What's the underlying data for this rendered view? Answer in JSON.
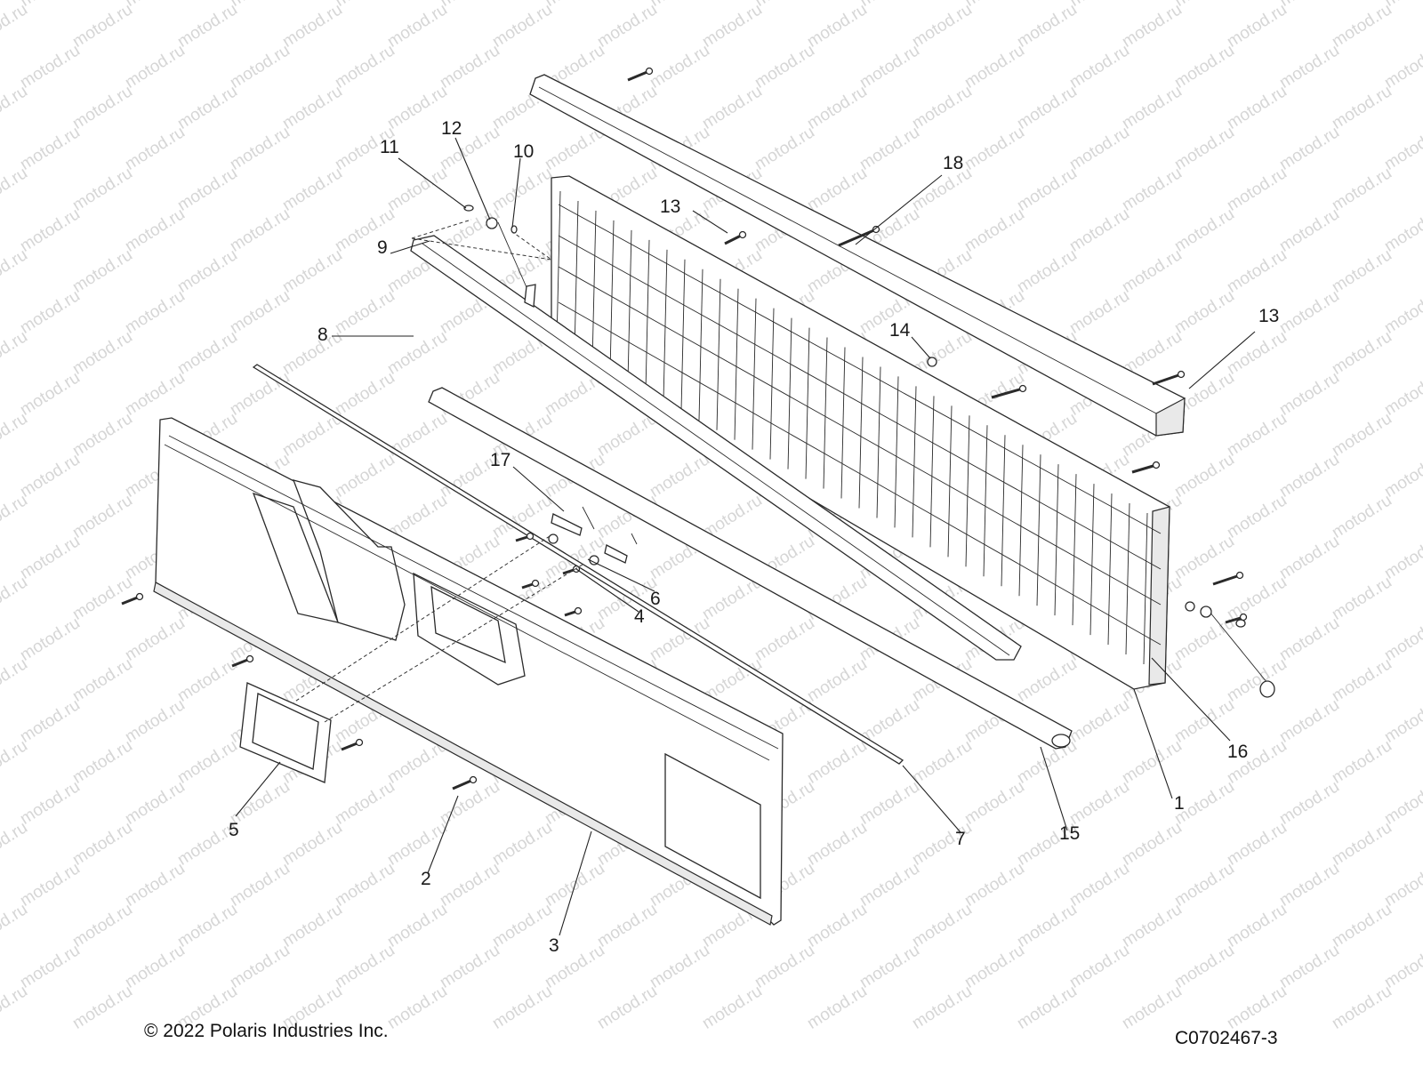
{
  "watermark": "motod.ru",
  "copyright": "© 2022 Polaris Industries Inc.",
  "drawing_number": "C0702467-3",
  "callouts": [
    "1",
    "2",
    "3",
    "4",
    "5",
    "6",
    "7",
    "8",
    "9",
    "10",
    "11",
    "12",
    "13",
    "13",
    "14",
    "15",
    "16",
    "17",
    "18"
  ]
}
